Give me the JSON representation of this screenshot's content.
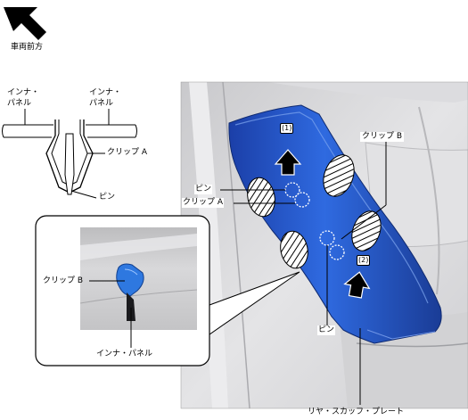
{
  "direction": {
    "label": "車両前方",
    "icon": "front-arrow-icon"
  },
  "cross_section": {
    "inner_panel_left": [
      "インナ・",
      "パネル"
    ],
    "inner_panel_right": [
      "インナ・",
      "パネル"
    ],
    "clip_a": "クリップ A",
    "pin": "ピン"
  },
  "detail_view": {
    "clip_b": "クリップ B",
    "inner_panel": "インナ・パネル"
  },
  "main_view": {
    "step1": "(1)",
    "step2": "(2)",
    "clip_b": "クリップ B",
    "pin_upper": "ピン",
    "clip_a": "クリップ A",
    "pin_lower": "ピン",
    "rear_scuff_plate": "リヤ・スカッフ・プレート"
  },
  "colors": {
    "plate_blue": "#2a5fd0",
    "plate_dark": "#1a3c96",
    "photo_gray": "#d6d6d8"
  }
}
